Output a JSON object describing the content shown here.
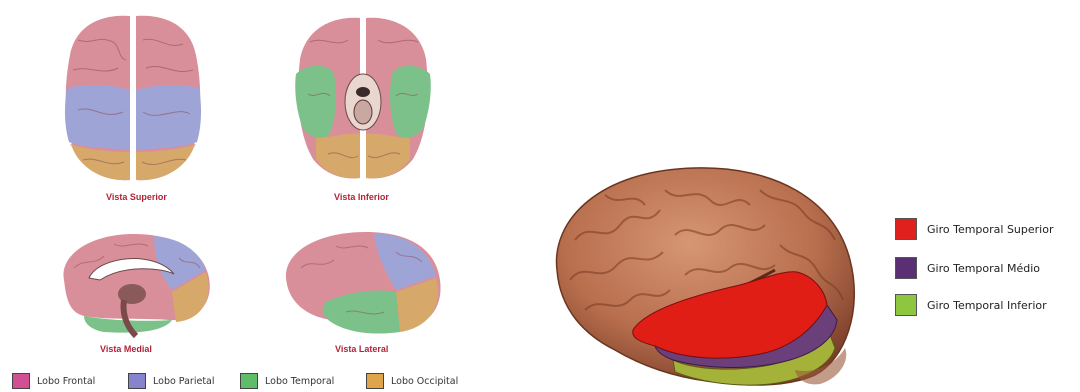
{
  "views": {
    "superior": "Vista Superior",
    "inferior": "Vista Inferior",
    "medial": "Vista Medial",
    "lateral": "Vista Lateral"
  },
  "lobe_legend": [
    {
      "label": "Lobo Frontal",
      "color": "#d14f93"
    },
    {
      "label": "Lobo Parietal",
      "color": "#8584cc"
    },
    {
      "label": "Lobo Temporal",
      "color": "#5fbd6a"
    },
    {
      "label": "Lobo Occipital",
      "color": "#e0a44a"
    }
  ],
  "gyrus_legend": [
    {
      "label": "Giro Temporal Superior",
      "color": "#e0201c"
    },
    {
      "label": "Giro Temporal Médio",
      "color": "#5b2f73"
    },
    {
      "label": "Giro Temporal Inferior",
      "color": "#8ec63f"
    }
  ]
}
